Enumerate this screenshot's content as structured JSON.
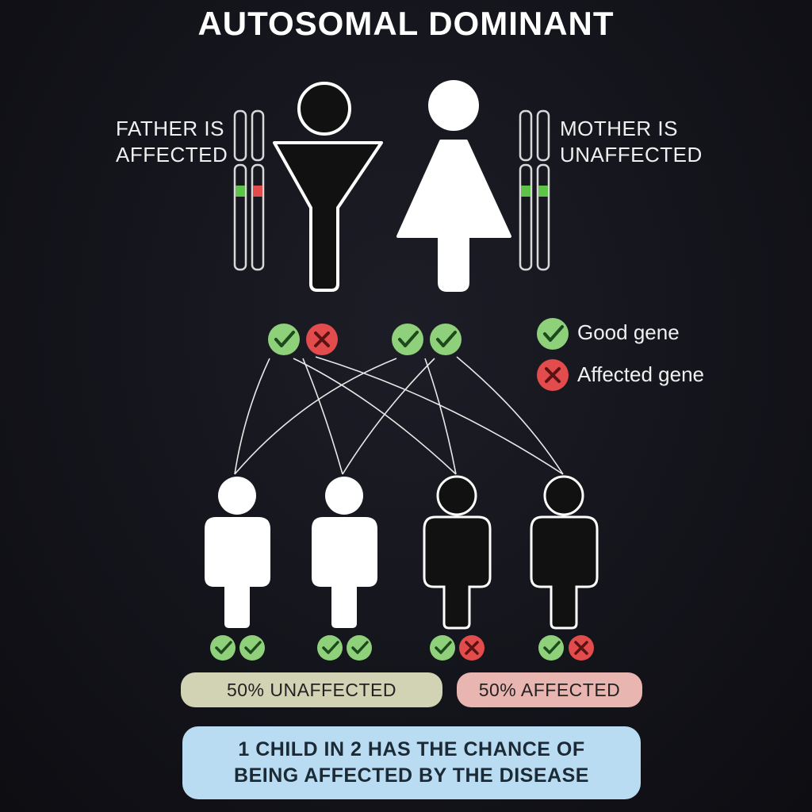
{
  "title": "AUTOSOMAL DOMINANT",
  "father": {
    "label_line1": "FATHER IS",
    "label_line2": "AFFECTED"
  },
  "mother": {
    "label_line1": "MOTHER IS",
    "label_line2": "UNAFFECTED"
  },
  "legend": {
    "good": "Good gene",
    "affected": "Affected gene"
  },
  "results": {
    "unaffected": "50% UNAFFECTED",
    "affected": "50% AFFECTED"
  },
  "footer": {
    "line1": "1 CHILD IN 2 HAS THE CHANCE OF",
    "line2": "BEING AFFECTED BY THE DISEASE"
  },
  "colors": {
    "good": "#8fd17a",
    "affected": "#e24c4c",
    "unaffected_pill": "#d2d2b4",
    "affected_pill": "#e9b5b0",
    "footer_bg": "#b9dcf3"
  },
  "icons": {
    "good": "check-icon",
    "affected": "cross-icon"
  }
}
